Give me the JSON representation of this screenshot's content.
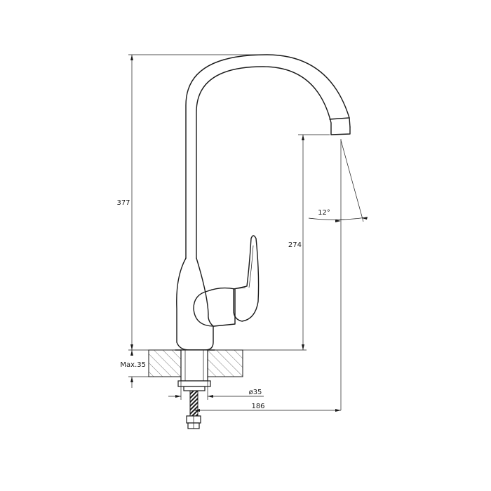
{
  "dimensions": {
    "overall_height": "377",
    "spout_height": "274",
    "max_counter_thickness": "Max.35",
    "spout_angle": "12°",
    "shank_diameter": "ø35",
    "spout_reach": "186"
  }
}
